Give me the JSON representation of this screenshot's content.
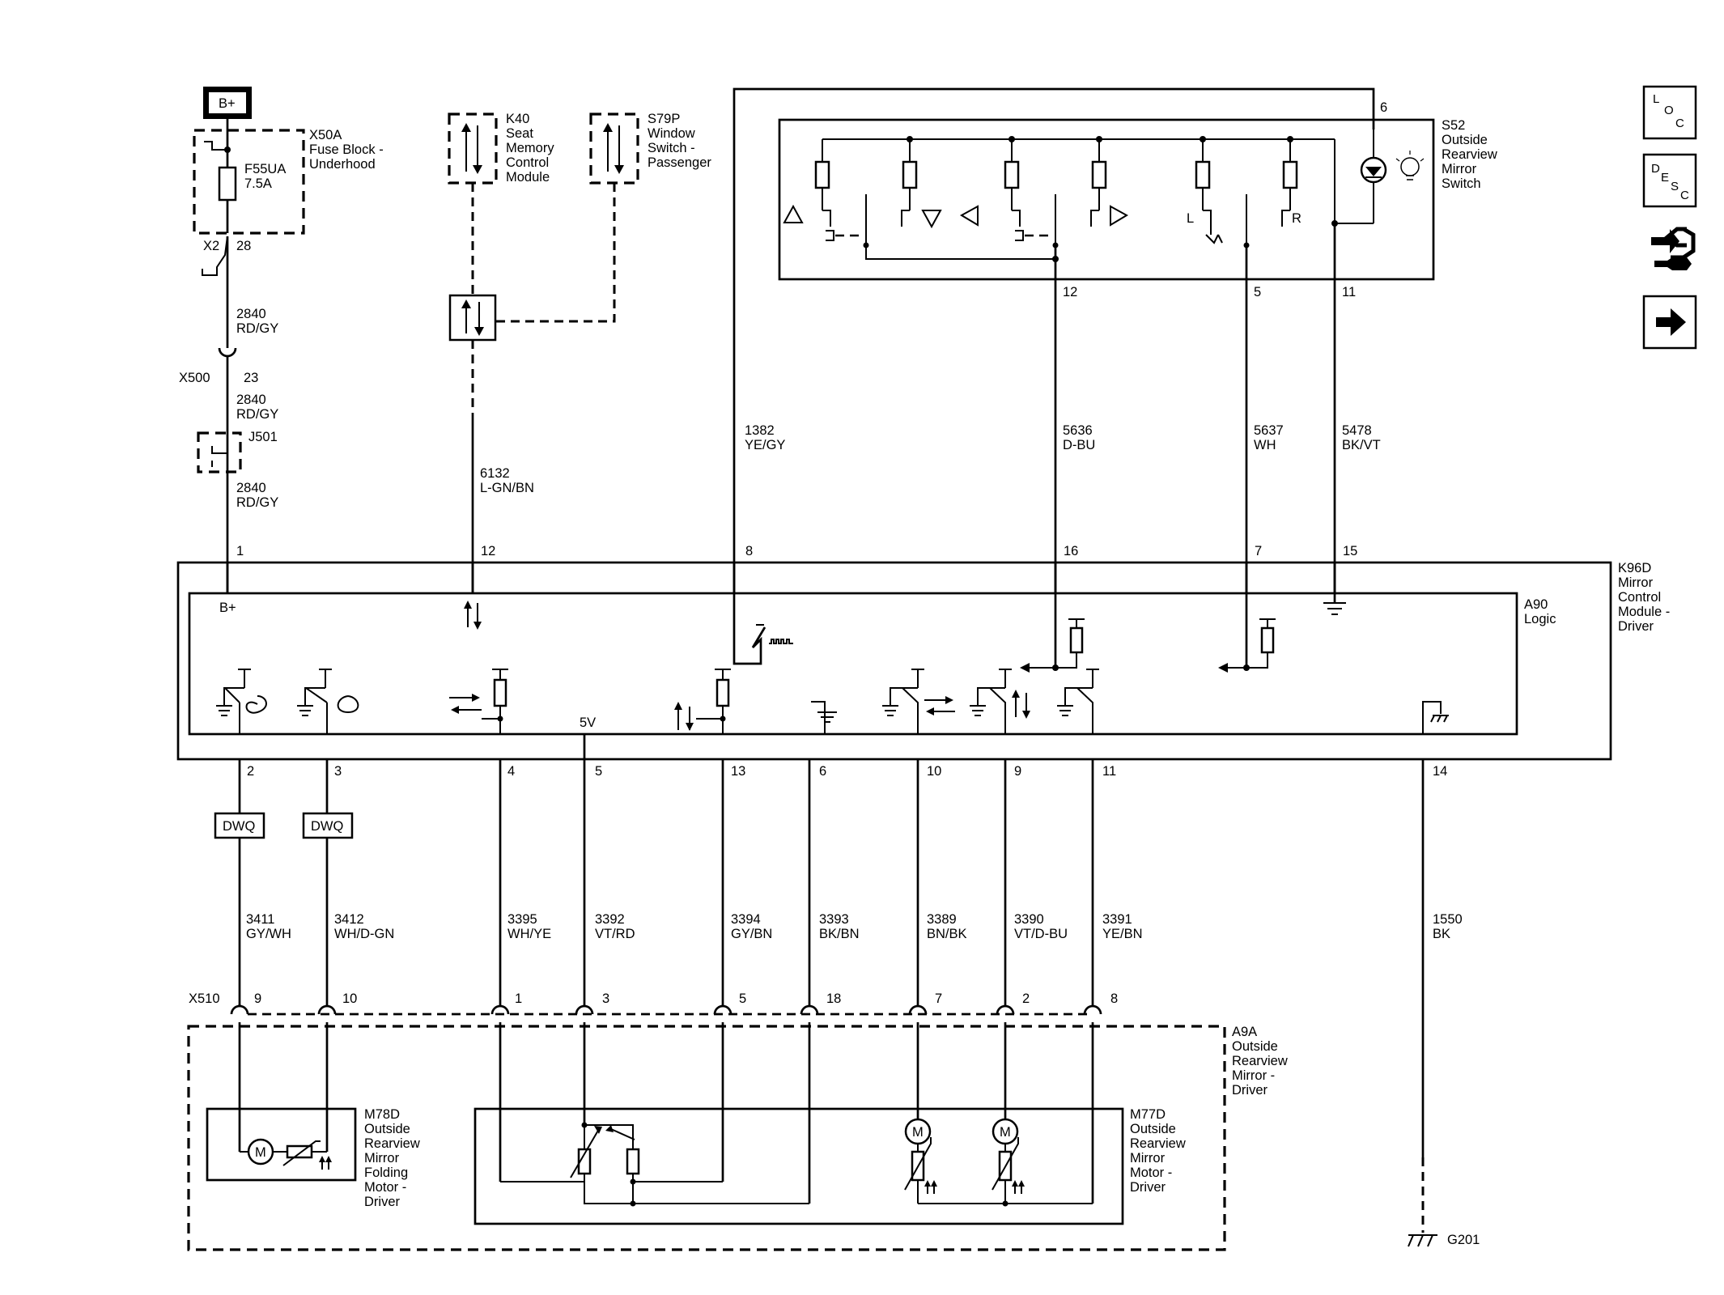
{
  "power": {
    "bplus_label": "B+",
    "logic_bplus": "B+"
  },
  "fuse_block": {
    "name": "X50A",
    "desc1": "Fuse Block -",
    "desc2": "Underhood",
    "fuse": "F55UA",
    "rating": "7.5A",
    "conn": "X2",
    "pin": "28"
  },
  "k40": {
    "name": "K40",
    "desc1": "Seat",
    "desc2": "Memory",
    "desc3": "Control",
    "desc4": "Module"
  },
  "s79p": {
    "name": "S79P",
    "desc1": "Window",
    "desc2": "Switch -",
    "desc3": "Passenger"
  },
  "s52": {
    "name": "S52",
    "desc1": "Outside",
    "desc2": "Rearview",
    "desc3": "Mirror",
    "desc4": "Switch",
    "pin_top": "6",
    "pin_a": "12",
    "pin_b": "5",
    "pin_c": "11",
    "left_label": "L",
    "right_label": "R"
  },
  "x500": {
    "name": "X500",
    "pin": "23"
  },
  "j501": {
    "name": "J501"
  },
  "k96d": {
    "name": "K96D",
    "desc1": "Mirror",
    "desc2": "Control",
    "desc3": "Module -",
    "desc4": "Driver"
  },
  "a90": {
    "name": "A90",
    "desc": "Logic",
    "five_v": "5V"
  },
  "wires_top": [
    {
      "circuit": "2840",
      "color": "RD/GY"
    },
    {
      "circuit": "2840",
      "color": "RD/GY"
    },
    {
      "circuit": "2840",
      "color": "RD/GY"
    },
    {
      "circuit": "6132",
      "color": "L-GN/BN"
    },
    {
      "circuit": "1382",
      "color": "YE/GY"
    },
    {
      "circuit": "5636",
      "color": "D-BU"
    },
    {
      "circuit": "5637",
      "color": "WH"
    },
    {
      "circuit": "5478",
      "color": "BK/VT"
    }
  ],
  "k96d_top_pins": [
    "1",
    "12",
    "8",
    "16",
    "7",
    "15"
  ],
  "k96d_bottom_pins": [
    "2",
    "3",
    "4",
    "5",
    "13",
    "6",
    "10",
    "9",
    "11",
    "14"
  ],
  "dwq_label": "DWQ",
  "wires_bottom": [
    {
      "circuit": "3411",
      "color": "GY/WH"
    },
    {
      "circuit": "3412",
      "color": "WH/D-GN"
    },
    {
      "circuit": "3395",
      "color": "WH/YE"
    },
    {
      "circuit": "3392",
      "color": "VT/RD"
    },
    {
      "circuit": "3394",
      "color": "GY/BN"
    },
    {
      "circuit": "3393",
      "color": "BK/BN"
    },
    {
      "circuit": "3389",
      "color": "BN/BK"
    },
    {
      "circuit": "3390",
      "color": "VT/D-BU"
    },
    {
      "circuit": "3391",
      "color": "YE/BN"
    },
    {
      "circuit": "1550",
      "color": "BK"
    }
  ],
  "x510": {
    "name": "X510",
    "pins": [
      "9",
      "10",
      "1",
      "3",
      "5",
      "18",
      "7",
      "2",
      "8"
    ]
  },
  "a9a": {
    "name": "A9A",
    "desc1": "Outside",
    "desc2": "Rearview",
    "desc3": "Mirror -",
    "desc4": "Driver"
  },
  "m78d": {
    "name": "M78D",
    "desc1": "Outside",
    "desc2": "Rearview",
    "desc3": "Mirror",
    "desc4": "Folding",
    "desc5": "Motor -",
    "desc6": "Driver",
    "motor": "M"
  },
  "m77d": {
    "name": "M77D",
    "desc1": "Outside",
    "desc2": "Rearview",
    "desc3": "Mirror",
    "desc4": "Motor -",
    "desc5": "Driver",
    "motor": "M"
  },
  "ground": {
    "name": "G201"
  },
  "nav": {
    "loc_l": "L",
    "loc_o": "O",
    "loc_c": "C",
    "desc_d": "D",
    "desc_e": "E",
    "desc_s": "S",
    "desc_c": "C"
  }
}
